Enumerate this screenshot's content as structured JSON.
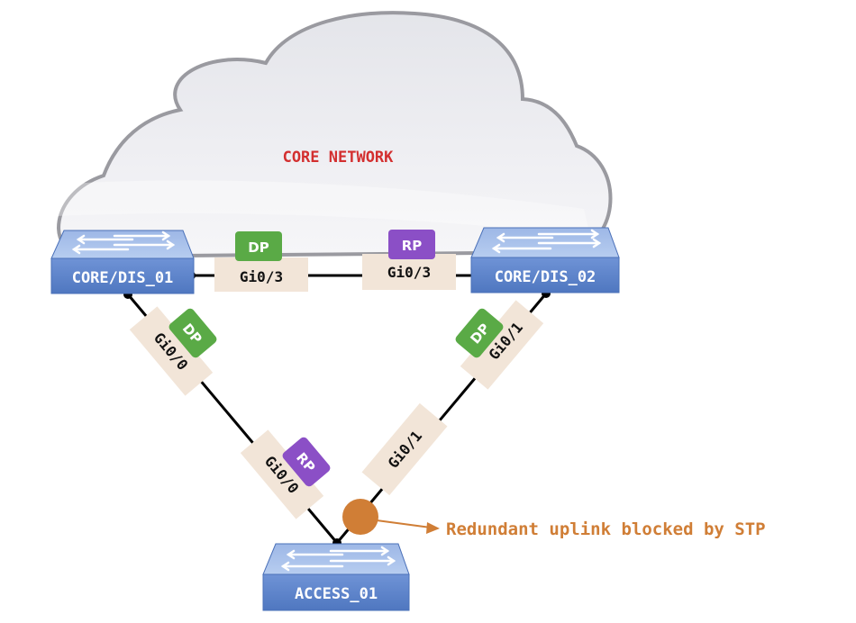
{
  "diagram": {
    "cloud": {
      "label": "CORE NETWORK",
      "label_color": "#d32f2f"
    },
    "devices": [
      {
        "id": "core1",
        "label": "CORE/DIS_01"
      },
      {
        "id": "core2",
        "label": "CORE/DIS_02"
      },
      {
        "id": "access1",
        "label": "ACCESS_01"
      }
    ],
    "links": [
      {
        "id": "core1-core2",
        "ends": [
          {
            "device": "core1",
            "port": "Gi0/3",
            "role": "DP"
          },
          {
            "device": "core2",
            "port": "Gi0/3",
            "role": "RP"
          }
        ]
      },
      {
        "id": "core1-access1",
        "ends": [
          {
            "device": "core1",
            "port": "Gi0/0",
            "role": "DP"
          },
          {
            "device": "access1",
            "port": "Gi0/0",
            "role": "RP"
          }
        ]
      },
      {
        "id": "core2-access1",
        "ends": [
          {
            "device": "core2",
            "port": "Gi0/1",
            "role": "DP"
          },
          {
            "device": "access1",
            "port": "Gi0/1",
            "role": "blocked"
          }
        ]
      }
    ],
    "roles": {
      "DP": {
        "label": "DP",
        "color": "#5aaa46"
      },
      "RP": {
        "label": "RP",
        "color": "#8b4fc6"
      }
    },
    "annotation": {
      "text": "Redundant uplink blocked by STP",
      "color": "#d07e36"
    },
    "colors": {
      "port_tag": "#f2e5d8",
      "switch_top": "#a9c1ea",
      "switch_front": "#5f87cf",
      "link": "#000000"
    }
  }
}
